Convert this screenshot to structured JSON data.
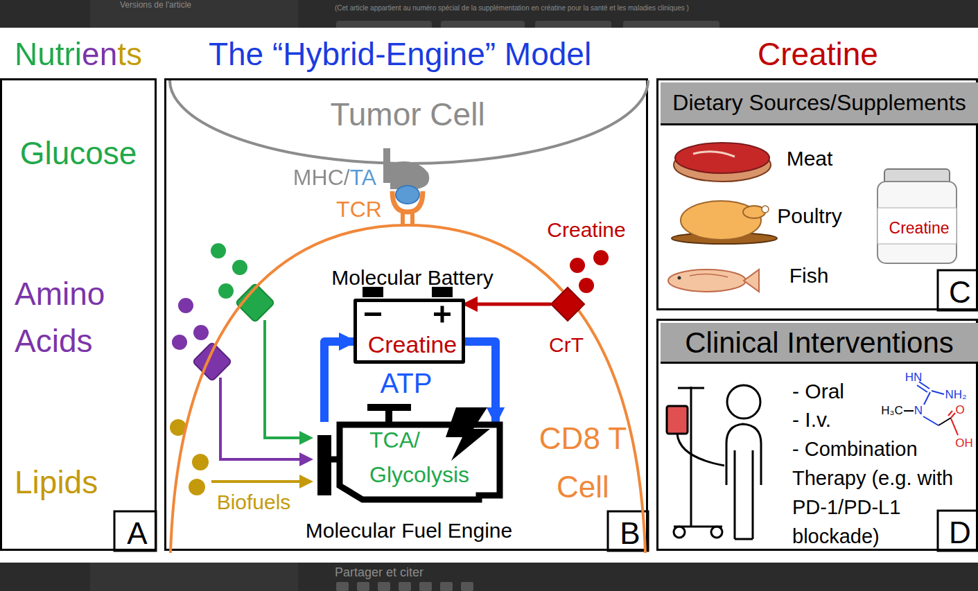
{
  "diagram": {
    "nodes": [
      {
        "text": [
          "Nutrients",
          "Glucose",
          "Amino Acids",
          "Lipids",
          "A"
        ]
      },
      {
        "text": [
          "The “Hybrid-Engine” Model",
          "B"
        ]
      },
      {
        "text": [
          "Tumor Cell"
        ],
        "in": 1
      },
      {
        "text": [
          "CD8 T Cell"
        ],
        "in": 1
      },
      {
        "text": [
          "Molecular Battery",
          "Creatine"
        ],
        "in": 3
      },
      {
        "text": [
          "TCA/ Glycolysis",
          "Molecular Fuel Engine"
        ],
        "in": 3
      },
      {
        "text": [
          "CrT"
        ],
        "in": 3
      },
      {
        "text": [
          "Creatine",
          "C"
        ]
      },
      {
        "text": [
          "Dietary Sources/Supplements"
        ],
        "in": 7
      },
      {
        "text": [
          "Creatine"
        ],
        "in": 7
      },
      {
        "text": [
          "- Oral",
          "- I.v.",
          "- Combination Therapy (e.g. with PD-1/PD-L1 blockade)",
          "D"
        ]
      },
      {
        "text": [
          "Clinical Interventions"
        ],
        "in": 10
      }
    ],
    "edges": [
      {
        "from": 5,
        "to": 4,
        "arrow": "to"
      },
      {
        "from": 4,
        "to": 5,
        "arrow": "to"
      },
      {
        "from": 6,
        "to": 4,
        "arrow": "to"
      }
    ],
    "labels": [
      "Versions de l'article",
      "(Cet article appartient au numéro spécial de la supplémentation en créatine pour la santé et les maladies cliniques )",
      "MHC/TA",
      "TCR",
      "Creatine",
      "ATP",
      "Biofuels",
      "Meat",
      "Poultry",
      "Fish",
      "HN",
      "NH₂",
      "H₃C",
      "N",
      "O",
      "OH",
      "Partager et citer"
    ]
  }
}
